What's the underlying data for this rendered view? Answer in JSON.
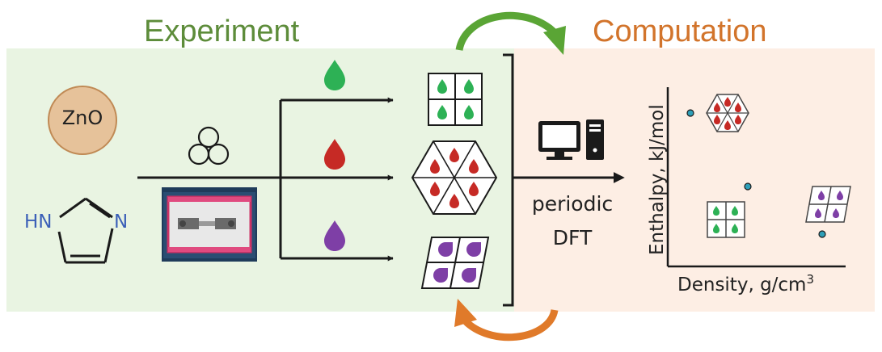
{
  "titles": {
    "experiment": "Experiment",
    "computation": "Computation"
  },
  "inputs": {
    "zno": "ZnO",
    "imidazole_hn": "HN",
    "imidazole_n": "N"
  },
  "computation": {
    "method_line1": "periodic",
    "method_line2": "DFT",
    "x_axis_label": "Density, g/cm",
    "x_axis_superscript": "3",
    "y_axis_label": "Enthalpy, kJ/mol"
  },
  "colors": {
    "experiment_bg": "#e9f4e2",
    "computation_bg": "#fdeee4",
    "experiment_title": "#5d8c3a",
    "computation_title": "#d2742b",
    "green_phase": "#2db155",
    "red_phase": "#c62a25",
    "purple_phase": "#7e3fa6",
    "zno_fill": "#e6c29a",
    "zno_stroke": "#c08a55",
    "green_arrow": "#5aa535",
    "orange_arrow": "#e07a2a",
    "nitrogen": "#3b5fb8",
    "point": "#2e9fb8"
  },
  "icons": [
    "droplet-icon",
    "computer-icon",
    "ball-mill-icon",
    "three-circles-icon",
    "cycle-arrow-icon"
  ]
}
